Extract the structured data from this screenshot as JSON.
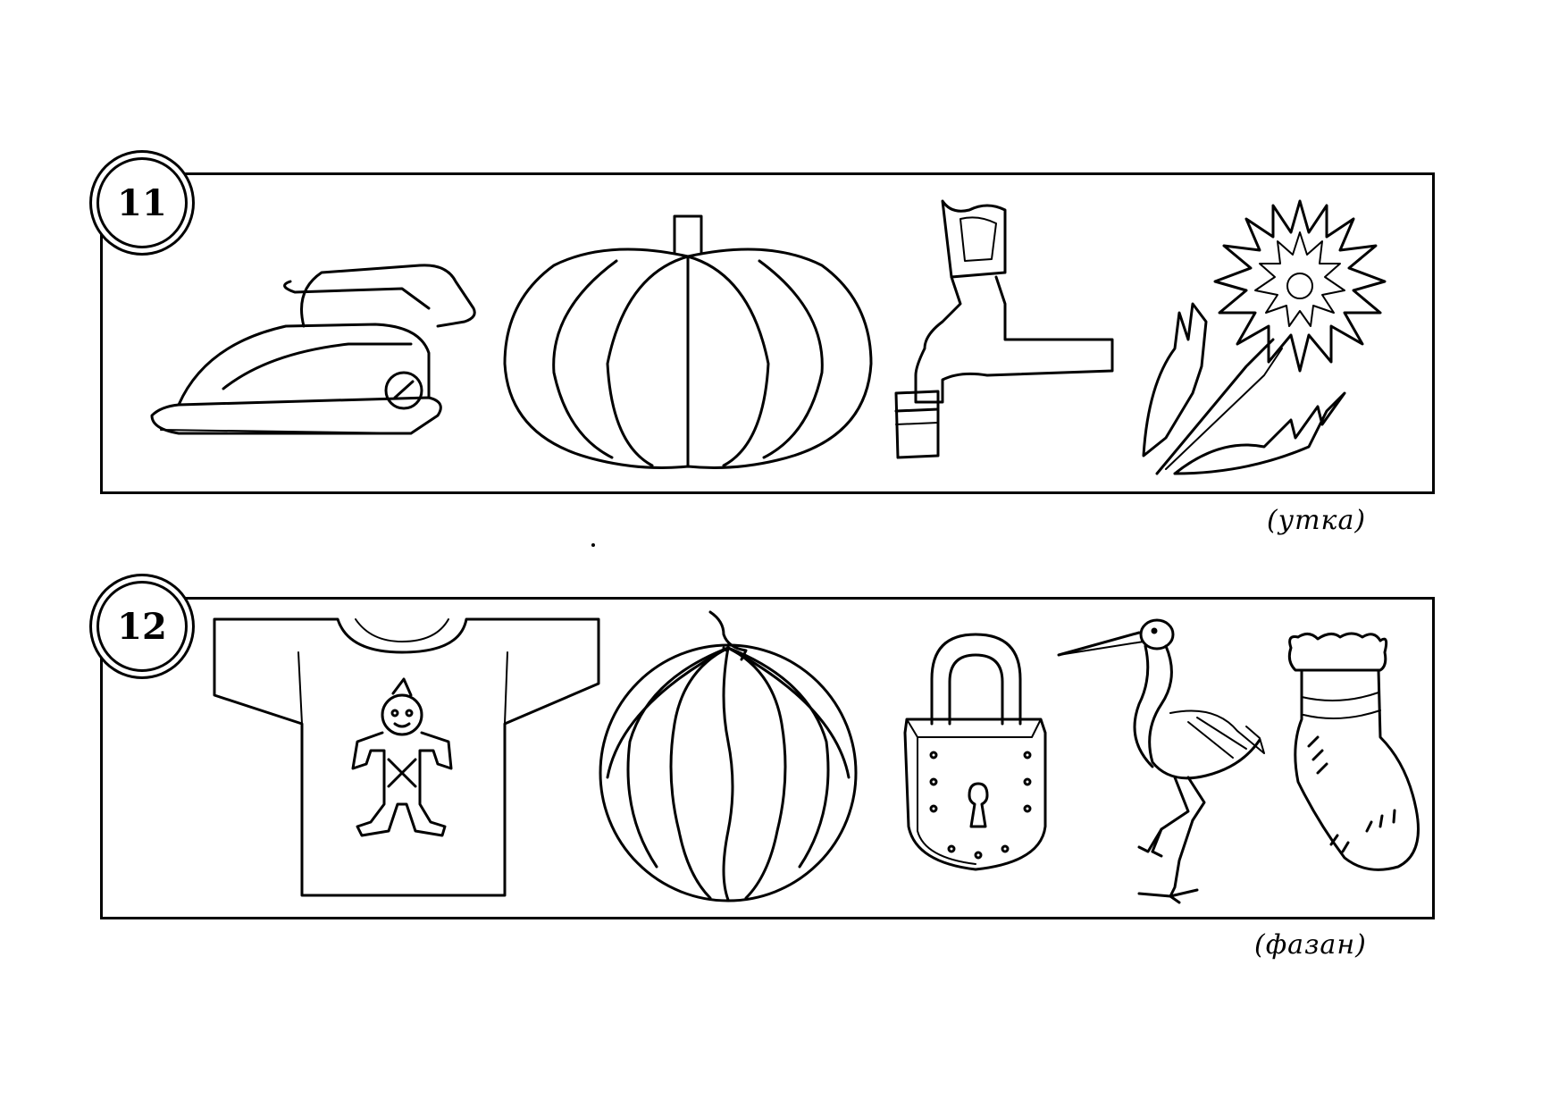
{
  "tasks": [
    {
      "number": "11",
      "answer": "(утка)",
      "pictures": [
        "iron-icon",
        "pumpkin-icon",
        "faucet-icon",
        "aster-flower-icon"
      ]
    },
    {
      "number": "12",
      "answer": "(фазан)",
      "pictures": [
        "tshirt-icon",
        "watermelon-icon",
        "padlock-icon",
        "stork-icon",
        "sock-icon"
      ]
    }
  ]
}
